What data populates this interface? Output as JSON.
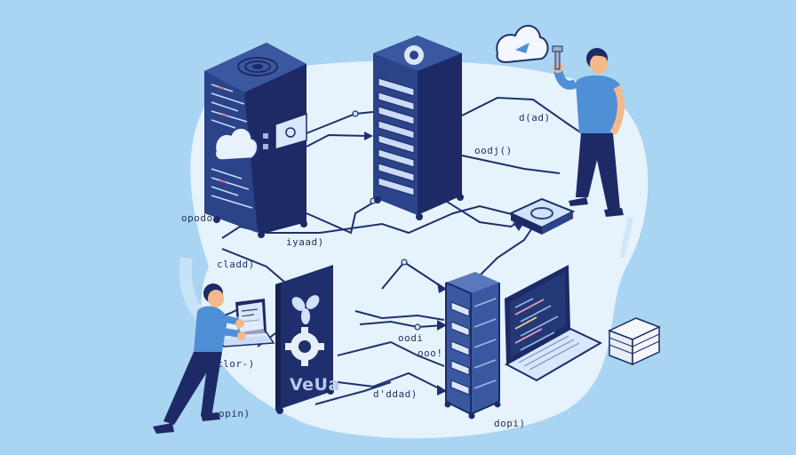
{
  "labels": {
    "d_load": "d(ad)",
    "oodj": "oodj()",
    "opodo": "opodo",
    "iyaad": "iyaad)",
    "cladd": "cladd)",
    "oodi": "oodi",
    "oooji": "ooo!)",
    "clor": "clor-)",
    "dddad": "d'ddad)",
    "opin": "opin)",
    "dopi": "dopi)"
  },
  "panel_brand": "VeUa",
  "colors": {
    "background": "#a9d4f2",
    "platform": "#e6f3fd",
    "navy": "#1f2f6d",
    "rack_front": "#2f4a8e",
    "rack_side": "#1d2a66",
    "accent_blue": "#4e8fd6"
  },
  "icons": [
    "cloud-icon",
    "wrench-icon",
    "gear-icon",
    "leaf-icon",
    "chip-icon",
    "code-screen-icon"
  ]
}
